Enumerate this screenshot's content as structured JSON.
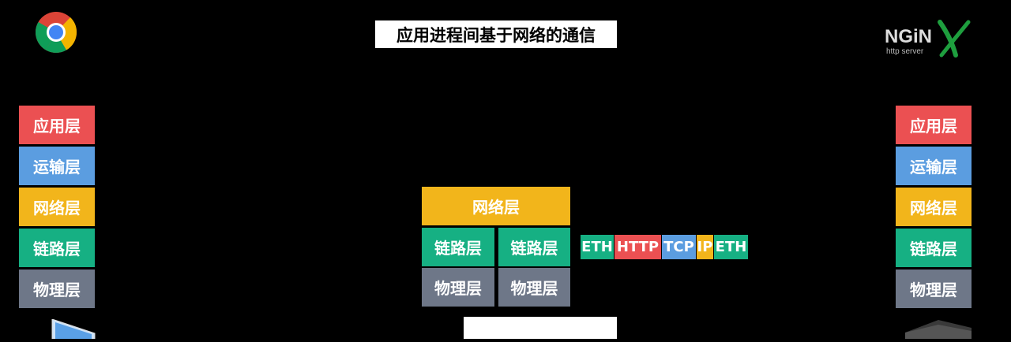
{
  "title": "应用进程间基于网络的通信",
  "colors": {
    "application": "#EB5052",
    "transport": "#5B9DE0",
    "network": "#F2B51B",
    "link": "#16B083",
    "physical": "#6E7788"
  },
  "left_stack": [
    "应用层",
    "运输层",
    "网络层",
    "链路层",
    "物理层"
  ],
  "right_stack": [
    "应用层",
    "运输层",
    "网络层",
    "链路层",
    "物理层"
  ],
  "router": {
    "network": "网络层",
    "link_left": "链路层",
    "link_right": "链路层",
    "physical_left": "物理层",
    "physical_right": "物理层"
  },
  "packet": [
    "ETH",
    "HTTP",
    "TCP",
    "IP",
    "ETH"
  ],
  "logos": {
    "left": "chrome-logo",
    "right": "nginx-logo",
    "right_text": "NGiNX",
    "right_sub": "http server"
  }
}
